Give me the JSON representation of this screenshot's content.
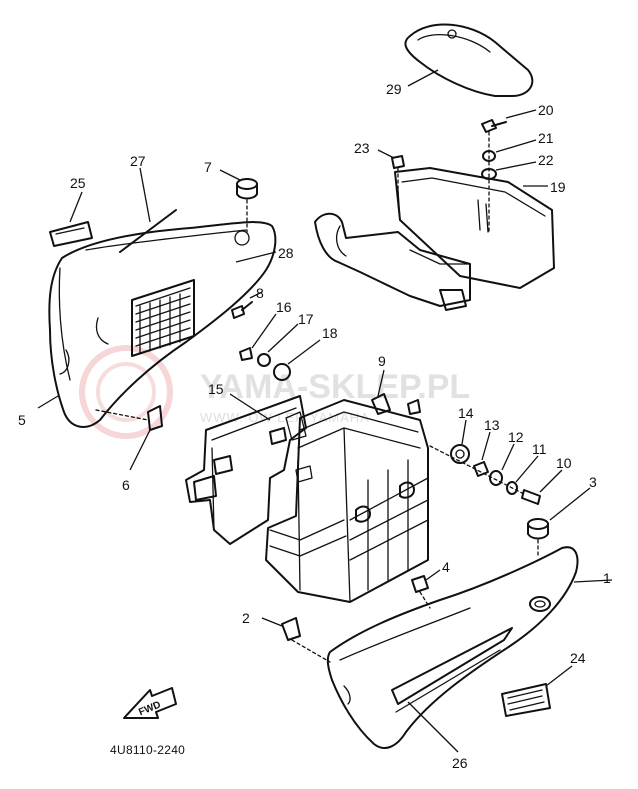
{
  "diagram": {
    "drawing_code": "4U8110-2240",
    "fwd_label": "FWD",
    "part_numbers": [
      "1",
      "2",
      "3",
      "4",
      "5",
      "6",
      "7",
      "8",
      "9",
      "10",
      "11",
      "12",
      "13",
      "14",
      "15",
      "16",
      "17",
      "18",
      "19",
      "20",
      "21",
      "22",
      "23",
      "24",
      "25",
      "26",
      "27",
      "28",
      "29"
    ]
  },
  "watermark": {
    "title": "YAMA-SKLEP.PL",
    "subtitle": "WWW.                    OW         LER YAMAHA"
  }
}
